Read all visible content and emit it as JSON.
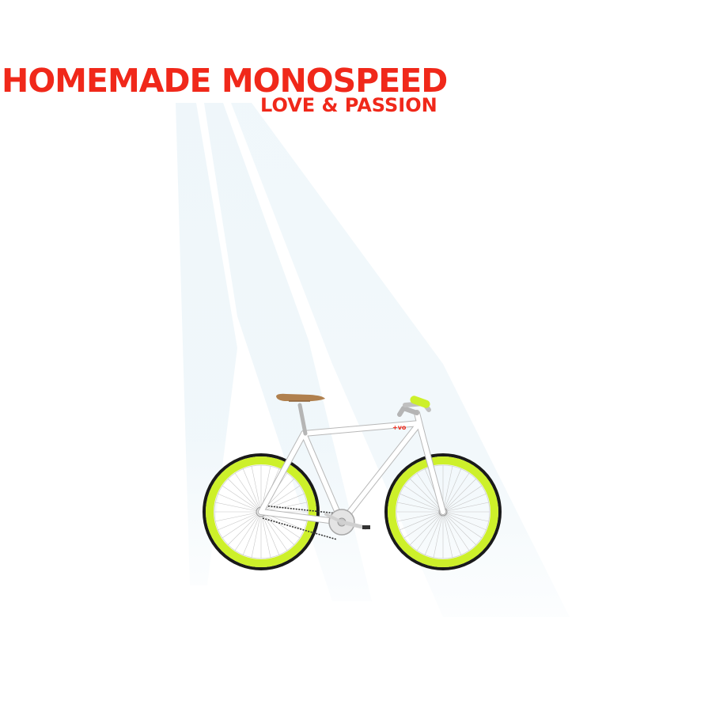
{
  "header": {
    "title": "HOMEMADE MONOSPEED",
    "subtitle": "LOVE & PASSION"
  },
  "bike": {
    "logo_text": "+vo"
  },
  "colors": {
    "title": "#f0281a",
    "rim": "#cdf02a",
    "tire": "#1a1a1a",
    "frame": "#ffffff",
    "frame_outline": "#b8b8b8",
    "saddle": "#b0804e",
    "grip": "#cdf02a",
    "beam": "#e9f3f8"
  },
  "icons": {
    "illustration": "bicycle-illustration-icon"
  }
}
